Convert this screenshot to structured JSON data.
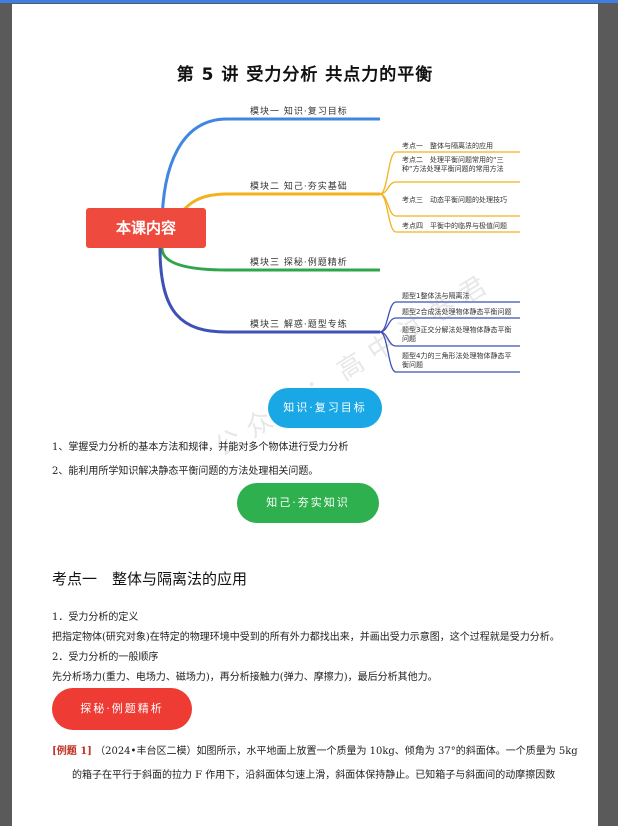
{
  "doc": {
    "title": "第 5 讲 受力分析 共点力的平衡"
  },
  "mindmap": {
    "center": "本课内容",
    "branches": [
      {
        "label": "模块一 知识·复习目标",
        "color": "#3f87e0"
      },
      {
        "label": "模块二 知己·夯实基础",
        "color": "#f2b21c"
      },
      {
        "label": "模块三 探秘·例题精析",
        "color": "#2fa64a"
      },
      {
        "label": "模块三 解惑·题型专练",
        "color": "#3f51b5"
      }
    ],
    "leaves_b2": [
      "考点一　整体与隔离法的应用",
      "考点二　处理平衡问题常用的“三种”方法处理平衡问题的常用方法",
      "考点三　动态平衡问题的处理技巧",
      "考点四　平衡中的临界与极值问题"
    ],
    "leaves_b4": [
      "题型1整体法与隔离法",
      "题型2合成法处理物体静态平衡问题",
      "题型3正交分解法处理物体静态平衡问题",
      "题型4力的三角形法处理物体静态平衡问题"
    ]
  },
  "pills": {
    "blue": "知识·复习目标",
    "green": "知己·夯实知识",
    "red": "探秘·例题精析"
  },
  "goals": [
    "1、掌握受力分析的基本方法和规律，并能对多个物体进行受力分析",
    "2、能利用所学知识解决静态平衡问题的方法处理相关问题。"
  ],
  "section": {
    "heading": "考点一　整体与隔离法的应用",
    "p1_title": "1．受力分析的定义",
    "p1_body": "把指定物体(研究对象)在特定的物理环境中受到的所有外力都找出来，并画出受力示意图，这个过程就是受力分析。",
    "p2_title": "2．受力分析的一般顺序",
    "p2_body": "先分析场力(重力、电场力、磁场力)，再分析接触力(弹力、摩擦力)，最后分析其他力。"
  },
  "example": {
    "label": "[例题 1]",
    "line1": "（2024•丰台区二模）如图所示，水平地面上放置一个质量为 10kg、倾角为 37°的斜面体。一个质量为 5kg",
    "line2": "的箱子在平行于斜面的拉力 F 作用下，沿斜面体匀速上滑，斜面体保持静止。已知箱子与斜面间的动摩擦因数"
  },
  "watermark": "公众号：高中试卷君"
}
